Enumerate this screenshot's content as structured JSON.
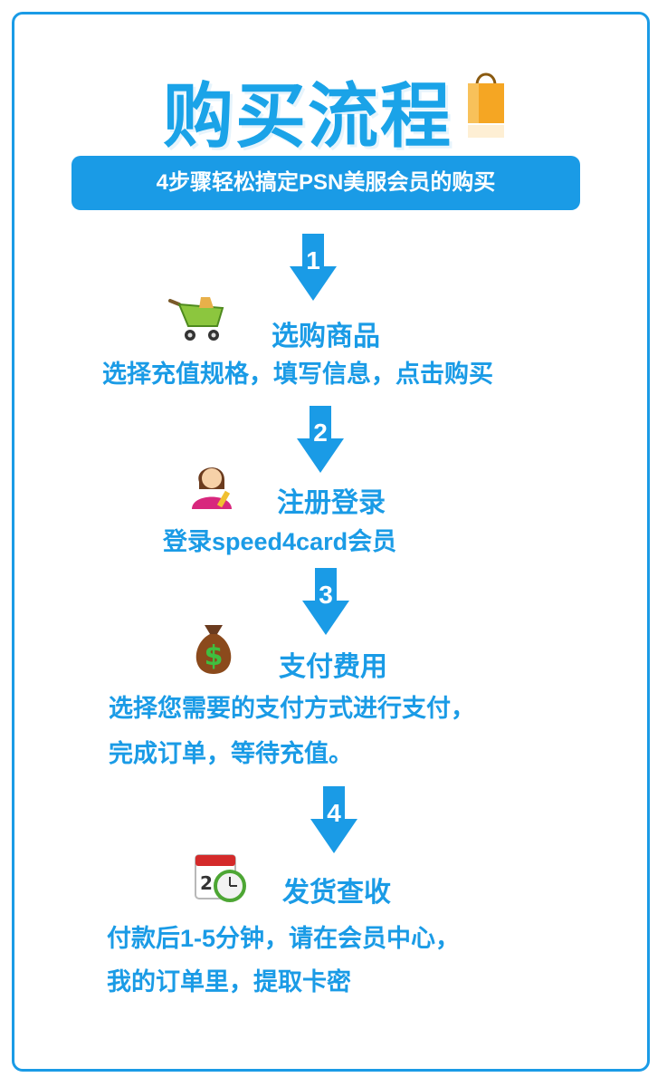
{
  "header": {
    "title": "购买流程",
    "subtitle": "4步骤轻松搞定PSN美服会员的购买"
  },
  "colors": {
    "primary": "#1a9be6",
    "background": "#ffffff"
  },
  "steps": [
    {
      "number": "1",
      "icon": "shopping-cart-icon",
      "title": "选购商品",
      "desc": [
        "选择充值规格，填写信息，点击购买"
      ]
    },
    {
      "number": "2",
      "icon": "user-avatar-icon",
      "title": "注册登录",
      "desc": [
        "登录speed4card会员"
      ]
    },
    {
      "number": "3",
      "icon": "money-bag-icon",
      "title": "支付费用",
      "desc": [
        "选择您需要的支付方式进行支付，",
        "完成订单，等待充值。"
      ]
    },
    {
      "number": "4",
      "icon": "calendar-clock-icon",
      "title": "发货查收",
      "desc": [
        "付款后1-5分钟，请在会员中心，",
        "我的订单里，提取卡密"
      ]
    }
  ]
}
